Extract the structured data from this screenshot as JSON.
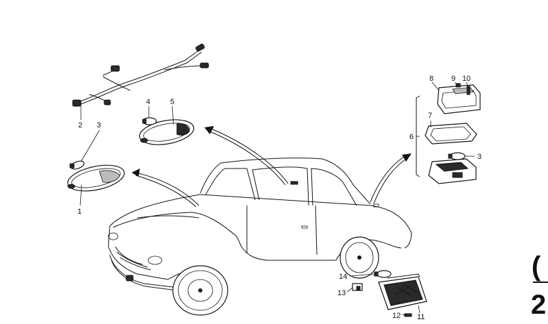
{
  "callouts": {
    "c1": "1",
    "c2": "2",
    "c3a": "3",
    "c3b": "3",
    "c4": "4",
    "c5": "5",
    "c6": "6",
    "c7": "7",
    "c8": "8",
    "c9": "9",
    "c10": "10",
    "c11": "11",
    "c12": "12",
    "c13": "13",
    "c14": "14"
  },
  "edge_glyph": {
    "top": "(",
    "bottom": "2"
  }
}
